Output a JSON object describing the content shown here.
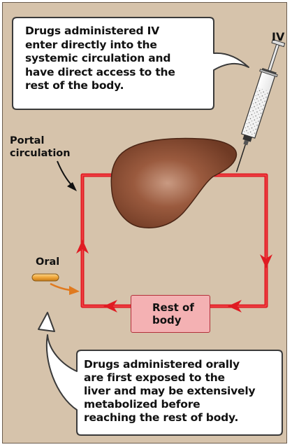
{
  "iv_callout": {
    "text": "Drugs administered IV\nenter directly into the\nsystemic circulation and\nhave direct access to the\nrest of the body."
  },
  "iv_label": "IV",
  "portal_label": "Portal\ncirculation",
  "oral_label": "Oral",
  "rest_of_body_label": "Rest of\nbody",
  "oral_callout": {
    "text": "Drugs administered orally\nare first exposed to the\nliver and may be extensively\nmetabolized before\nreaching the rest of body."
  },
  "colors": {
    "background": "#d6c3ab",
    "circulation": "#e01b22",
    "liver": "#8b4d32",
    "pill": "#f0a63a",
    "rest_box": "#f4b1b3"
  }
}
